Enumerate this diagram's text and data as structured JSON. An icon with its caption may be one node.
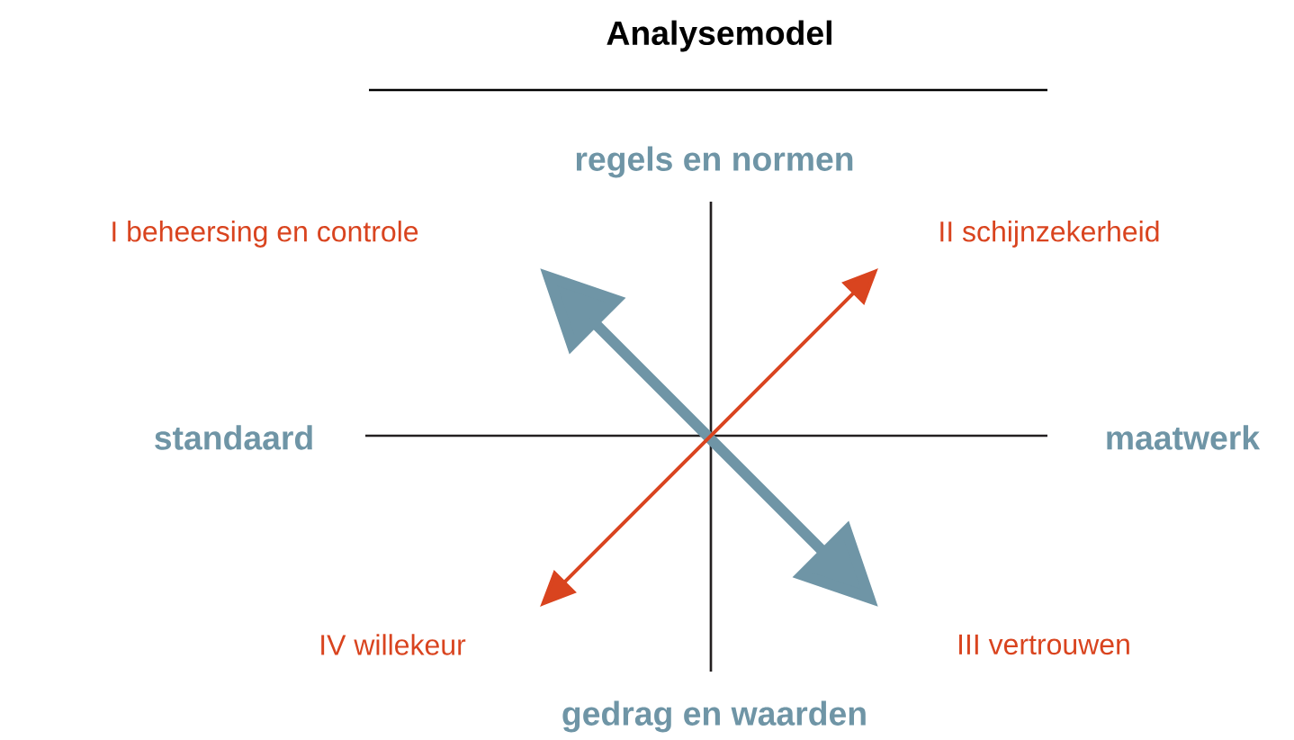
{
  "diagram": {
    "title": "Analysemodel",
    "nodes": [
      {
        "text": [
          "regels en normen"
        ]
      },
      {
        "text": [
          "I beheersing en controle"
        ]
      },
      {
        "text": [
          "II schijnzekerheid"
        ]
      },
      {
        "text": [
          "standaard"
        ]
      },
      {
        "text": [
          "maatwerk"
        ]
      },
      {
        "text": [
          "IV willekeur"
        ]
      },
      {
        "text": [
          "III vertrouwen"
        ]
      },
      {
        "text": [
          "gedrag en waarden"
        ]
      }
    ],
    "edges": [
      {
        "from": 0,
        "to": 7,
        "arrow": "none"
      },
      {
        "from": 3,
        "to": 4,
        "arrow": "none"
      }
    ]
  }
}
